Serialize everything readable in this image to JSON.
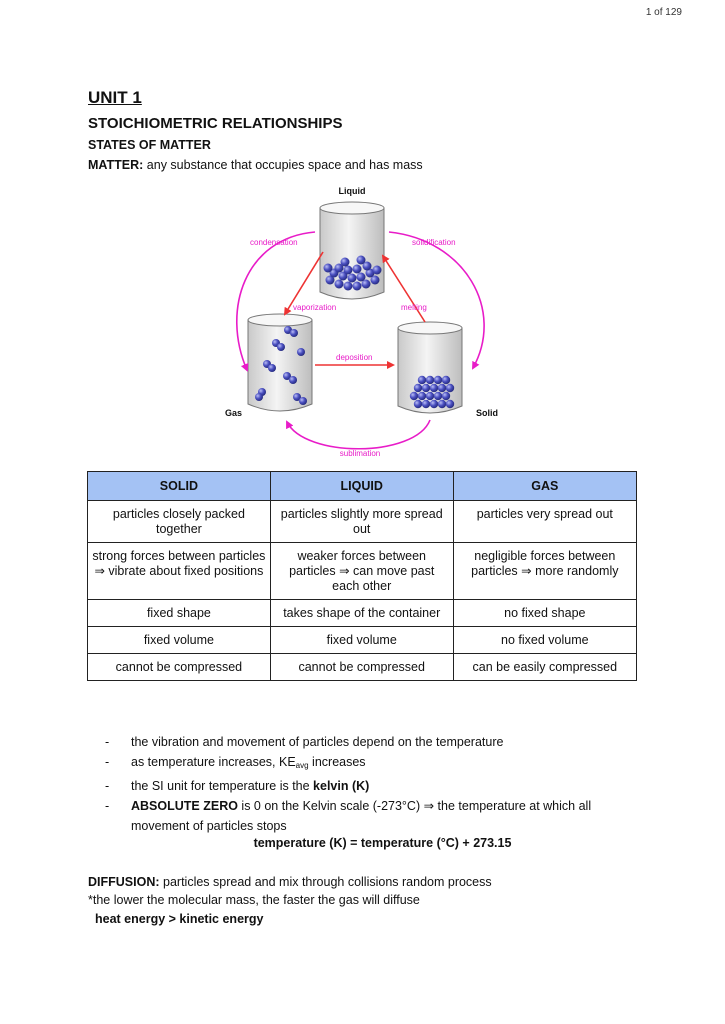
{
  "page_number": "1 of 129",
  "unit_title": "UNIT 1",
  "heading": "STOICHIOMETRIC RELATIONSHIPS",
  "subheading": "STATES OF MATTER",
  "matter": {
    "term": "MATTER:",
    "definition": "any substance that occupies space and has mass"
  },
  "diagram": {
    "liquid": "Liquid",
    "gas": "Gas",
    "solid": "Solid",
    "condensation": "condensation",
    "solidification": "solidification",
    "vaporization": "vaporization",
    "melting": "melting",
    "deposition": "deposition",
    "sublimation": "sublimation",
    "colors": {
      "pink": "#e81cc8",
      "red": "#ee3333",
      "particle": "#4a4fc0"
    }
  },
  "table": {
    "headers": [
      "SOLID",
      "LIQUID",
      "GAS"
    ],
    "rows": [
      [
        "particles closely packed together",
        "particles slightly more spread out",
        "particles very spread out"
      ],
      [
        "strong forces between particles ⇒ vibrate about fixed positions",
        "weaker forces between particles ⇒ can move past each other",
        "negligible forces between particles ⇒ more randomly"
      ],
      [
        "fixed shape",
        "takes shape of the container",
        "no fixed shape"
      ],
      [
        "fixed volume",
        "fixed volume",
        "no fixed volume"
      ],
      [
        "cannot be compressed",
        "cannot be compressed",
        "can be easily compressed"
      ]
    ],
    "header_color": "#a4c2f4"
  },
  "bullets": {
    "dash": "-",
    "b1": "the vibration and movement of particles depend on the temperature",
    "b2_pre": "as temperature increases, KE",
    "b2_sub": "avg",
    "b2_post": " increases",
    "b3_pre": "the SI unit for temperature is the ",
    "b3_bold": "kelvin (K)",
    "b4_bold": "ABSOLUTE ZERO",
    "b4_rest": " is 0 on the Kelvin scale (-273°C) ⇒ the temperature at which all movement of particles stops"
  },
  "formula": "temperature (K) = temperature (°C) + 273.15",
  "diffusion": {
    "term": "DIFFUSION:",
    "definition": " particles spread and mix through collisions random process"
  },
  "note": "*the lower the molecular mass, the faster the gas will diffuse",
  "energy": "heat energy > kinetic energy"
}
